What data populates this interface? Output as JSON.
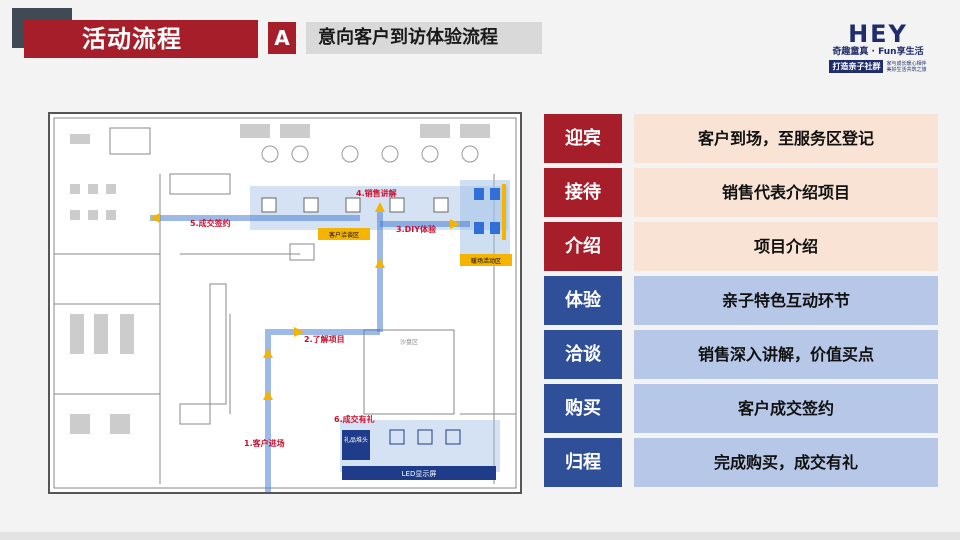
{
  "header": {
    "title": "活动流程",
    "section_letter": "A",
    "subtitle": "意向客户到访体验流程"
  },
  "logo": {
    "brand": "HEY",
    "tagline": "奇趣童真 · Fun享生活",
    "badge": "打造亲子社群",
    "slogan_line1": "家与成长暖心相伴",
    "slogan_line2": "美好生活共筑之旅"
  },
  "floorplan": {
    "steps": [
      {
        "label": "1.客户进场"
      },
      {
        "label": "2.了解项目"
      },
      {
        "label": "3.DIY体验"
      },
      {
        "label": "4.销售讲解"
      },
      {
        "label": "5.成交签约"
      },
      {
        "label": "6.成交有礼"
      }
    ],
    "zones": {
      "negotiation": "客户洽谈区",
      "activity": "暖场活动区",
      "gift": "礼品堆头",
      "led": "LED显示屏",
      "sand_table": "沙盘区"
    }
  },
  "process": [
    {
      "stage": "迎宾",
      "desc": "客户到场，至服务区登记",
      "theme": "red"
    },
    {
      "stage": "接待",
      "desc": "销售代表介绍项目",
      "theme": "red"
    },
    {
      "stage": "介绍",
      "desc": "项目介绍",
      "theme": "red"
    },
    {
      "stage": "体验",
      "desc": "亲子特色互动环节",
      "theme": "blue"
    },
    {
      "stage": "洽谈",
      "desc": "销售深入讲解，价值买点",
      "theme": "blue"
    },
    {
      "stage": "购买",
      "desc": "客户成交签约",
      "theme": "blue"
    },
    {
      "stage": "归程",
      "desc": "完成购买，成交有礼",
      "theme": "blue"
    }
  ],
  "colors": {
    "accent_red": "#a61e2a",
    "accent_blue": "#2f4f98",
    "flow_arrow": "#f5b400",
    "flow_path": "#4a7fd6",
    "step_label": "#c8102e"
  }
}
